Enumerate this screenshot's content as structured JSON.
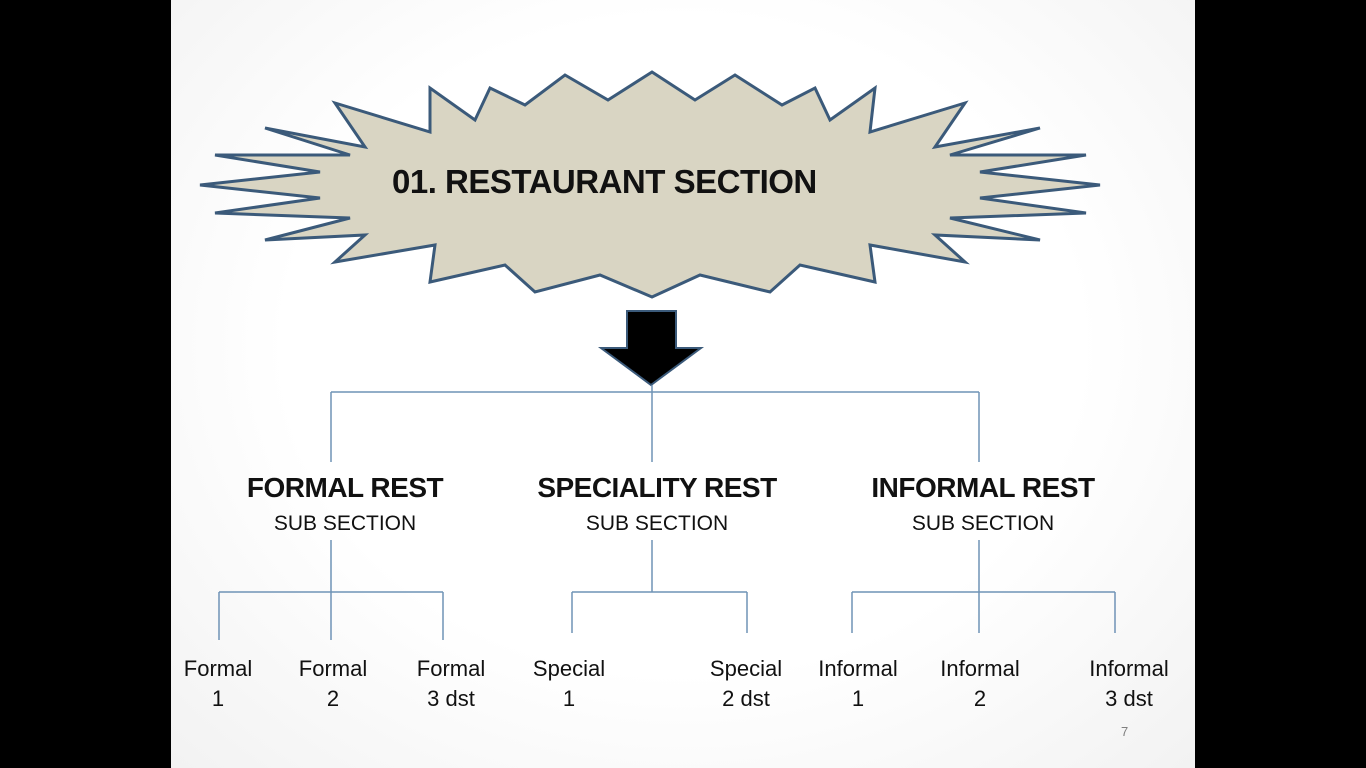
{
  "title": "01. RESTAURANT SECTION",
  "colors": {
    "burst_fill": "#d9d5c3",
    "burst_stroke": "#3b5a7a",
    "connector": "#6f93b6",
    "arrow": "#000000"
  },
  "subsections": [
    {
      "title": "FORMAL REST",
      "subtitle": "SUB SECTION",
      "items": [
        {
          "line1": "Formal",
          "line2": "1"
        },
        {
          "line1": "Formal",
          "line2": "2"
        },
        {
          "line1": "Formal",
          "line2": "3 dst"
        }
      ]
    },
    {
      "title": "SPECIALITY REST",
      "subtitle": "SUB SECTION",
      "items": [
        {
          "line1": "Special",
          "line2": "1"
        },
        {
          "line1": "Special",
          "line2": "2 dst"
        }
      ]
    },
    {
      "title": "INFORMAL REST",
      "subtitle": "SUB SECTION",
      "items": [
        {
          "line1": "Informal",
          "line2": "1"
        },
        {
          "line1": "Informal",
          "line2": "2"
        },
        {
          "line1": "Informal",
          "line2": "3 dst"
        }
      ]
    }
  ],
  "page_number": "7"
}
